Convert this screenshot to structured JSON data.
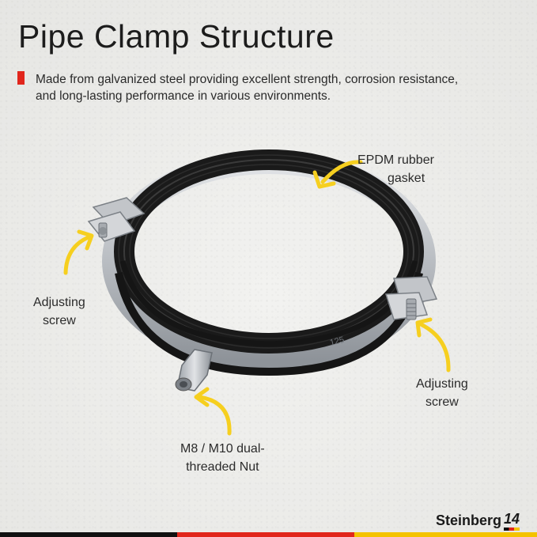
{
  "title": "Pipe Clamp Structure",
  "description": "Made from galvanized steel providing excellent strength, corrosion resistance, and long-lasting performance in various environments.",
  "labels": {
    "gasket_line1": "EPDM rubber",
    "gasket_line2": "gasket",
    "screw_left_line1": "Adjusting",
    "screw_left_line2": "screw",
    "screw_right_line1": "Adjusting",
    "screw_right_line2": "screw",
    "nut_line1": "M8 / M10 dual-",
    "nut_line2": "threaded Nut"
  },
  "logo": {
    "brand": "Steinberg",
    "mark": "14"
  },
  "colors": {
    "accent_red": "#e1261c",
    "arrow_yellow": "#f6cf1f",
    "rubber_black": "#1a1a1a",
    "steel": "#c9ccd0"
  },
  "icons": [
    "pipe-clamp-image",
    "curved-arrow-icon"
  ]
}
